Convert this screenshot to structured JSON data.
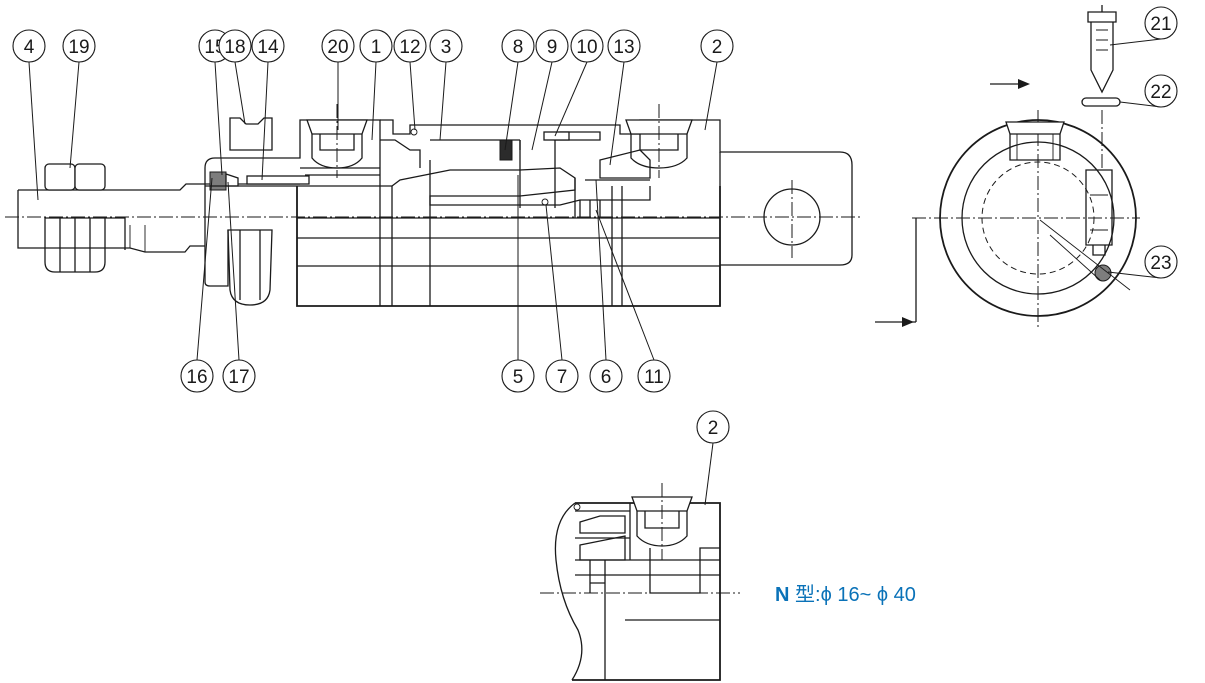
{
  "callouts": [
    {
      "id": "1"
    },
    {
      "id": "2"
    },
    {
      "id": "3"
    },
    {
      "id": "4"
    },
    {
      "id": "5"
    },
    {
      "id": "6"
    },
    {
      "id": "7"
    },
    {
      "id": "8"
    },
    {
      "id": "9"
    },
    {
      "id": "10"
    },
    {
      "id": "11"
    },
    {
      "id": "12"
    },
    {
      "id": "13"
    },
    {
      "id": "14"
    },
    {
      "id": "15"
    },
    {
      "id": "16"
    },
    {
      "id": "17"
    },
    {
      "id": "18"
    },
    {
      "id": "19"
    },
    {
      "id": "20"
    },
    {
      "id": "21"
    },
    {
      "id": "22"
    },
    {
      "id": "23"
    },
    {
      "id": "2"
    }
  ],
  "variant_label": {
    "model": "N",
    "text": " 型:",
    "range": "ϕ 16~ ϕ 40"
  },
  "colors": {
    "line": "#1a1a1a",
    "label_blue": "#0a72b8",
    "shade": "#7d7d7d"
  }
}
